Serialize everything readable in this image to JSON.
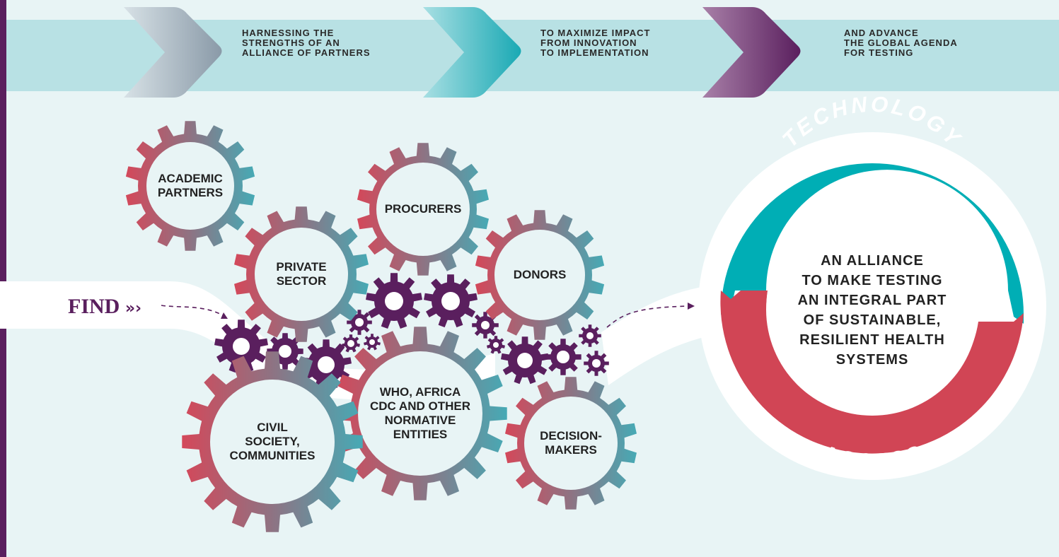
{
  "colors": {
    "background": "#e8f4f5",
    "band": "#b8e1e4",
    "left_bar": "#5a1f5e",
    "gear_red": "#d4485a",
    "gear_teal": "#46aab5",
    "gear_small": "#5a1f5e",
    "ring_teal": "#00aeb5",
    "ring_red": "#d14555",
    "chevron_grey": "#a3b4bf",
    "chevron_teal": "#2fb3bd",
    "chevron_purple": "#6b2e6f"
  },
  "steps": [
    {
      "text": "HARNESSING THE\nSTRENGTHS OF AN\nALLIANCE OF PARTNERS"
    },
    {
      "text": "TO MAXIMIZE IMPACT\nFROM INNOVATION\nTO IMPLEMENTATION"
    },
    {
      "text": "AND ADVANCE\nTHE GLOBAL AGENDA\nFOR TESTING"
    }
  ],
  "logo": {
    "text": "FIND",
    "icon": "double-chevron-icon"
  },
  "gears": [
    {
      "label": "ACADEMIC\nPARTNERS"
    },
    {
      "label": "PROCURERS"
    },
    {
      "label": "PRIVATE\nSECTOR"
    },
    {
      "label": "DONORS"
    },
    {
      "label": "WHO, AFRICA\nCDC AND OTHER\nNORMATIVE\nENTITIES"
    },
    {
      "label": "CIVIL\nSOCIETY,\nCOMMUNITIES"
    },
    {
      "label": "DECISION-\nMAKERS"
    }
  ],
  "ring": {
    "top_label": "TECHNOLOGY",
    "bottom_label": "ACCESS",
    "center_text": "AN ALLIANCE\nTO MAKE TESTING\nAN INTEGRAL PART\nOF SUSTAINABLE,\nRESILIENT HEALTH\nSYSTEMS"
  }
}
